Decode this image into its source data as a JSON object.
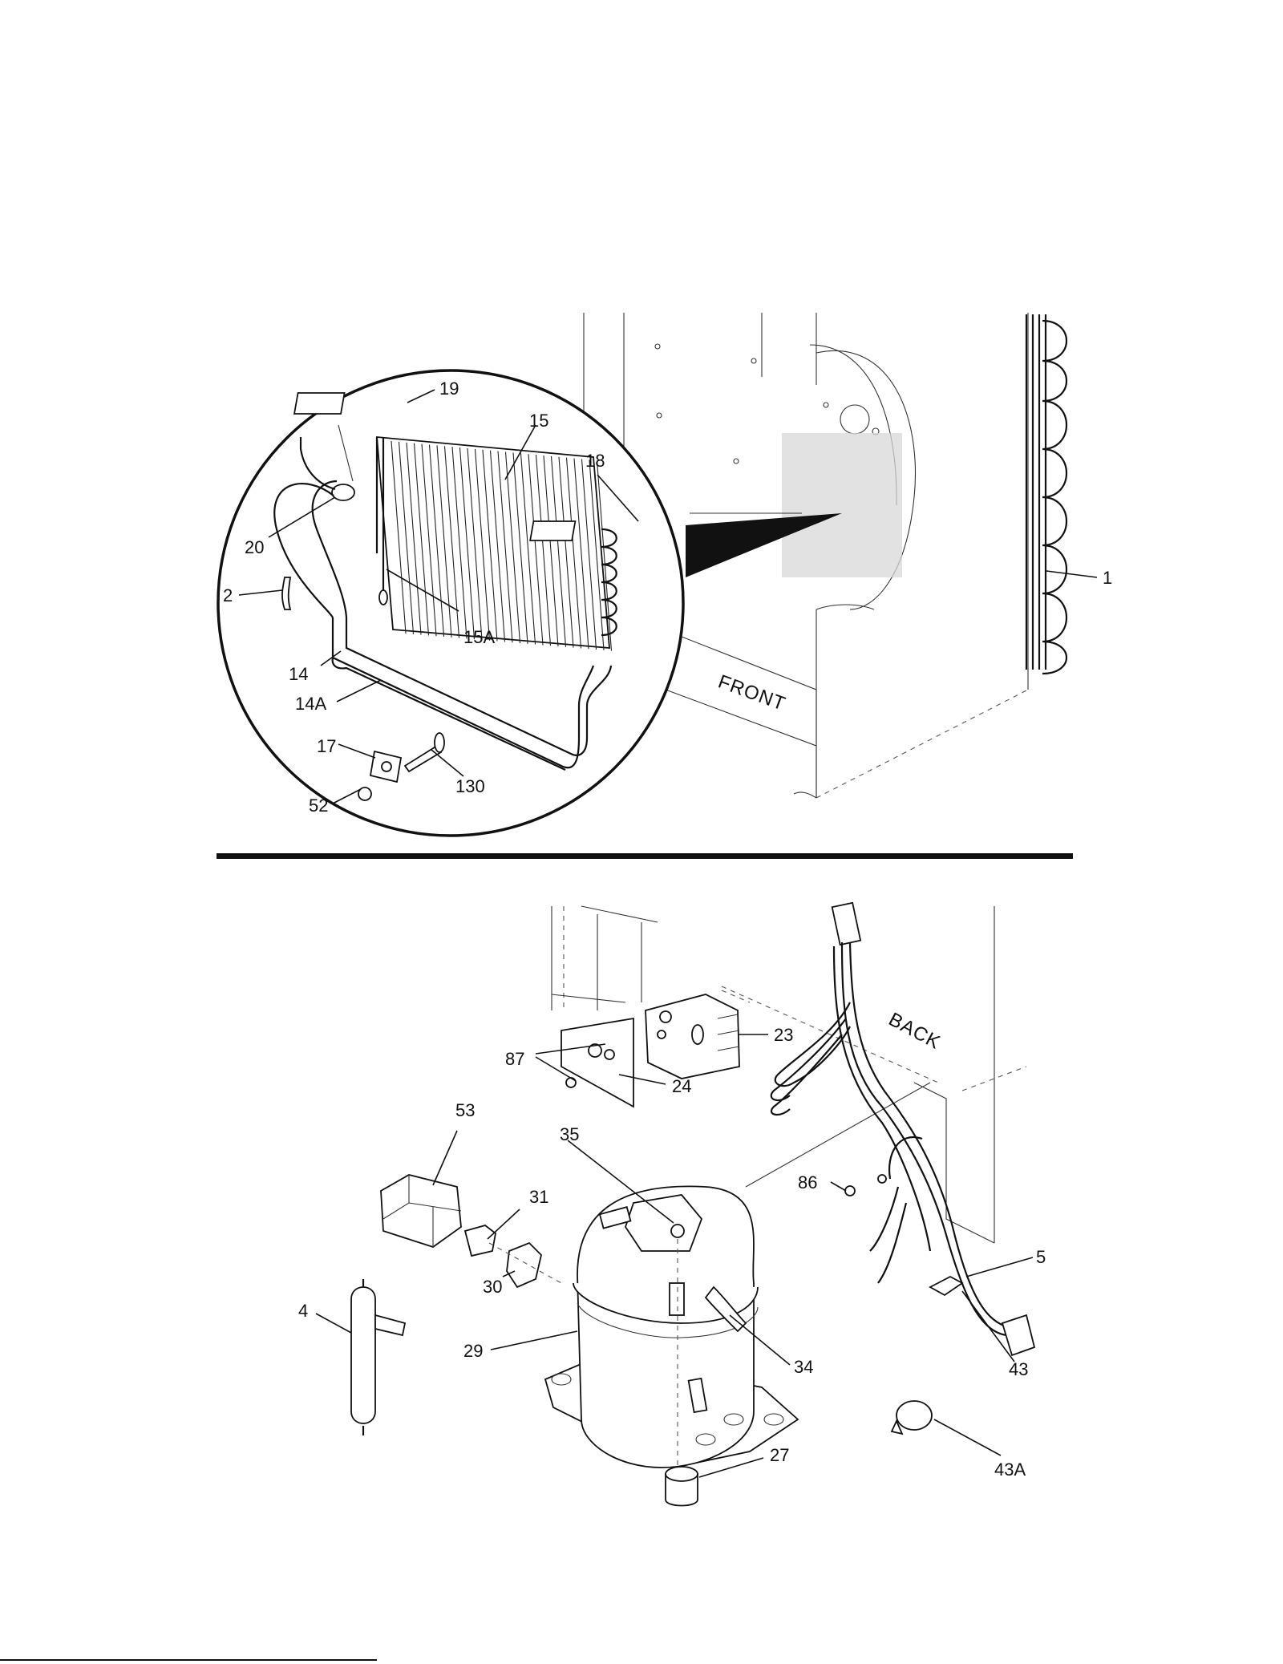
{
  "labels": {
    "p19": "19",
    "p15": "15",
    "p18": "18",
    "p20": "20",
    "p2": "2",
    "p15A": "15A",
    "p14": "14",
    "p14A": "14A",
    "p17": "17",
    "p130": "130",
    "p52": "52",
    "p1": "1",
    "p23": "23",
    "p87": "87",
    "p24": "24",
    "p53": "53",
    "p35": "35",
    "p31": "31",
    "p86": "86",
    "p30": "30",
    "p5": "5",
    "p4": "4",
    "p29": "29",
    "p34": "34",
    "p43": "43",
    "p27": "27",
    "p43A": "43A"
  },
  "orientation": {
    "front": "FRONT",
    "back": "BACK"
  }
}
